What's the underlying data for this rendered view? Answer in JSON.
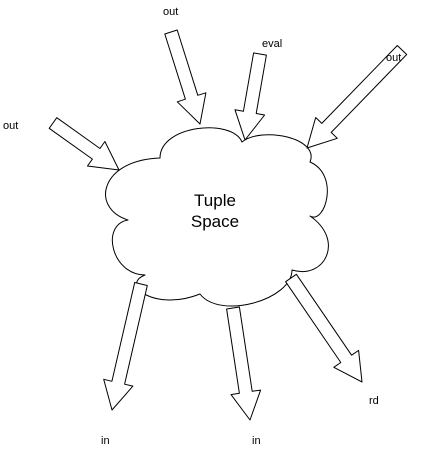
{
  "cloud": {
    "line1": "Tuple",
    "line2": "Space"
  },
  "arrows": [
    {
      "id": "out-top",
      "label": "out",
      "direction": "into-cloud"
    },
    {
      "id": "eval",
      "label": "eval",
      "direction": "into-cloud"
    },
    {
      "id": "out-right",
      "label": "out",
      "direction": "into-cloud"
    },
    {
      "id": "out-left",
      "label": "out",
      "direction": "into-cloud"
    },
    {
      "id": "in-left",
      "label": "in",
      "direction": "out-of-cloud"
    },
    {
      "id": "in-center",
      "label": "in",
      "direction": "out-of-cloud"
    },
    {
      "id": "rd",
      "label": "rd",
      "direction": "out-of-cloud"
    }
  ]
}
